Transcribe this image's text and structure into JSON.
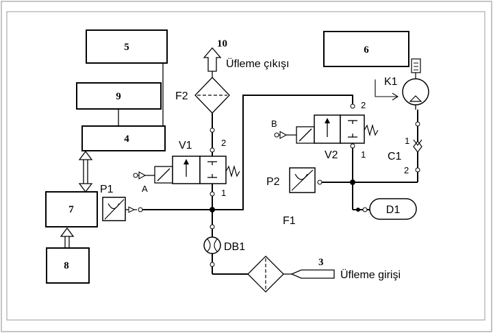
{
  "blocks": {
    "b5": "5",
    "b9": "9",
    "b4": "4",
    "b7": "7",
    "b8": "8",
    "b6": "6",
    "out_num": "10",
    "in_num": "3"
  },
  "captions": {
    "outlet": "Üfleme çıkışı",
    "inlet": "Üfleme girişi"
  },
  "components": {
    "F2": "F2",
    "F1": "F1",
    "V1": "V1",
    "V2": "V2",
    "P1": "P1",
    "P2": "P2",
    "DB1": "DB1",
    "K1": "K1",
    "C1": "C1",
    "D1": "D1",
    "A": "A",
    "B": "B"
  },
  "ports": {
    "v1_2": "2",
    "v1_1": "1",
    "v2_2": "2",
    "v2_1": "1",
    "c1_1": "1",
    "c1_2": "2"
  }
}
